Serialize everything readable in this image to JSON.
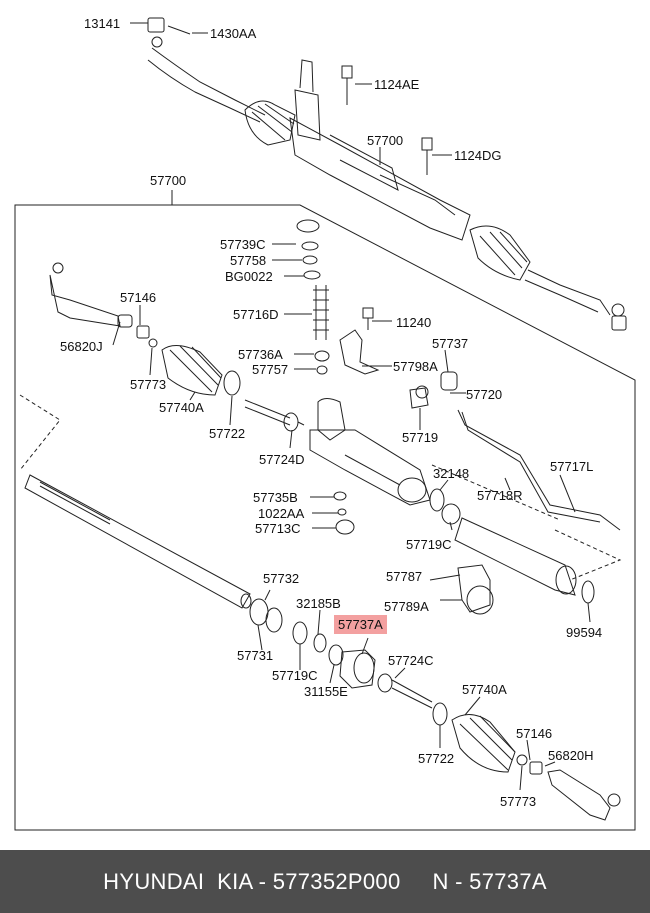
{
  "diagram": {
    "labels": {
      "p13141": "13141",
      "p1430AA": "1430AA",
      "p1124AE": "1124AE",
      "p57700_top": "57700",
      "p1124DG": "1124DG",
      "p57700_box": "57700",
      "p57739C": "57739C",
      "p57758": "57758",
      "pBG0022": "BG0022",
      "p57146_left": "57146",
      "p57716D": "57716D",
      "p11240": "11240",
      "p56820J": "56820J",
      "p57737_top": "57737",
      "p57736A": "57736A",
      "p57757": "57757",
      "p57798A": "57798A",
      "p57773_left": "57773",
      "p57740A_left": "57740A",
      "p57720": "57720",
      "p57722_left": "57722",
      "p57719": "57719",
      "p57724D": "57724D",
      "p57717L": "57717L",
      "p32148": "32148",
      "p57718R": "57718R",
      "p57735B": "57735B",
      "p1022AA": "1022AA",
      "p57713C": "57713C",
      "p57719C_right": "57719C",
      "p57787": "57787",
      "p57732": "57732",
      "p32185B": "32185B",
      "p57789A": "57789A",
      "p57737A": "57737A",
      "p99594": "99594",
      "p57731": "57731",
      "p57719C_mid": "57719C",
      "p57724C": "57724C",
      "p31155E": "31155E",
      "p57740A_right": "57740A",
      "p57722_right": "57722",
      "p57146_right": "57146",
      "p56820H": "56820H",
      "p57773_right": "57773"
    }
  },
  "footer": {
    "text": "HYUNDAI  KIA - 577352P000     N - 57737A"
  },
  "colors": {
    "highlight": "#f3a0a0",
    "footer_bg": "#4d4d4d",
    "footer_text": "#ffffff"
  }
}
